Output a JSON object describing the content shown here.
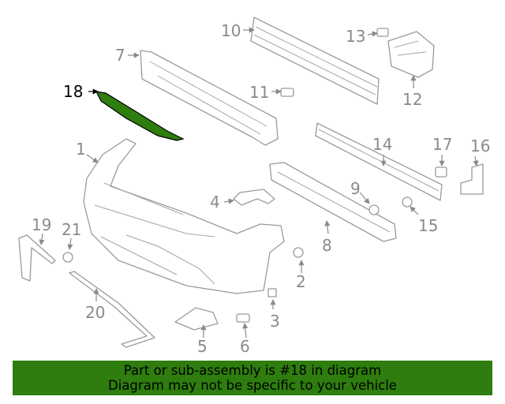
{
  "callouts": {
    "c1": "1",
    "c2": "2",
    "c3": "3",
    "c4": "4",
    "c5": "5",
    "c6": "6",
    "c7": "7",
    "c8": "8",
    "c9": "9",
    "c10": "10",
    "c11": "11",
    "c12": "12",
    "c13": "13",
    "c14": "14",
    "c15": "15",
    "c16": "16",
    "c17": "17",
    "c18": "18",
    "c19": "19",
    "c20": "20",
    "c21": "21"
  },
  "highlighted_part": "18",
  "colors": {
    "highlight": "#2e7d0e",
    "parts": "#9a9a9a",
    "labels": "#8a8a8a"
  },
  "banner": {
    "line1": "Part or sub-assembly is #18 in diagram",
    "line2": "Diagram may not be specific to your vehicle"
  }
}
